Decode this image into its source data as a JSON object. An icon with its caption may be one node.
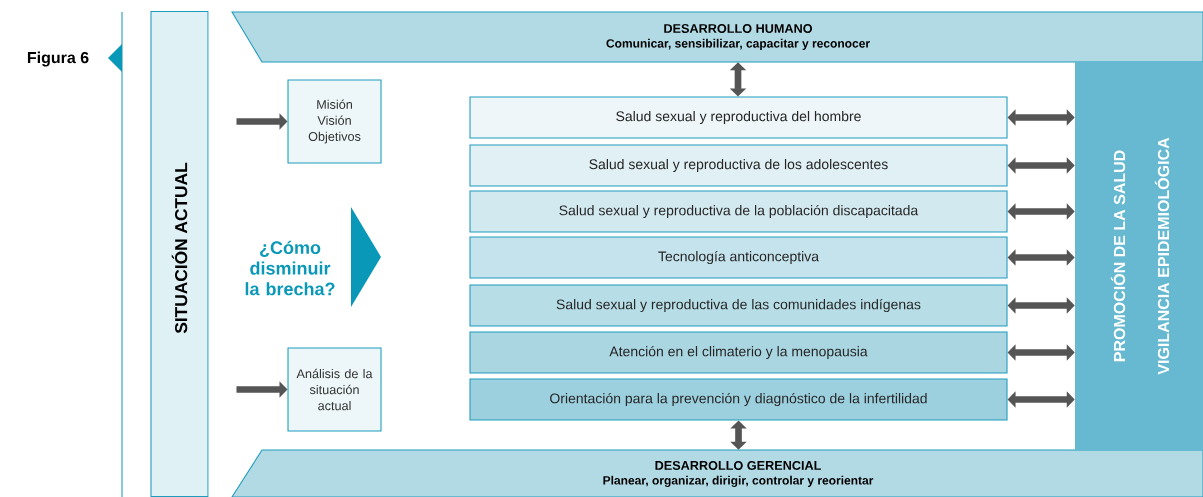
{
  "diagram": {
    "nodes": [
      {
        "text": [
          "SITUACIÓN ACTUAL"
        ]
      },
      {
        "text": [
          "DESARROLLO HUMANO",
          "Comunicar, sensibilizar, capacitar y reconocer"
        ]
      },
      {
        "text": [
          "DESARROLLO GERENCIAL",
          "Planear, organizar, dirigir, controlar y reorientar"
        ]
      },
      {
        "text": [
          "PROMOCIÓN DE LA SALUD",
          "VIGILANCIA EPIDEMIOLÓGICA"
        ]
      },
      {
        "text": [
          "Misión Visión Objetivos"
        ]
      },
      {
        "text": [
          "Análisis de la situación actual"
        ]
      },
      {
        "text": [
          "Salud sexual y reproductiva del hombre"
        ]
      },
      {
        "text": [
          "Salud sexual y reproductiva de los adolescentes"
        ]
      },
      {
        "text": [
          "Salud sexual y reproductiva de la población discapacitada"
        ]
      },
      {
        "text": [
          "Tecnología anticonceptiva"
        ]
      },
      {
        "text": [
          "Salud sexual y reproductiva de las comunidades indígenas"
        ]
      },
      {
        "text": [
          "Atención en el climaterio y la menopausia"
        ]
      },
      {
        "text": [
          "Orientación para la prevención y diagnóstico de la infertilidad"
        ]
      },
      {
        "text": [],
        "shape": "triangle"
      }
    ],
    "edges": [
      {
        "from": null,
        "to": 4,
        "arrow": "to"
      },
      {
        "from": null,
        "to": 5,
        "arrow": "to"
      },
      {
        "from": 1,
        "to": 6,
        "arrow": "both"
      },
      {
        "from": 6,
        "to": 3,
        "arrow": "both"
      },
      {
        "from": 7,
        "to": 3,
        "arrow": "both"
      },
      {
        "from": 8,
        "to": 3,
        "arrow": "both"
      },
      {
        "from": 9,
        "to": 3,
        "arrow": "both"
      },
      {
        "from": 10,
        "to": 3,
        "arrow": "both"
      },
      {
        "from": 11,
        "to": 3,
        "arrow": "both"
      },
      {
        "from": 12,
        "to": 3,
        "arrow": "both"
      },
      {
        "from": 12,
        "to": 2,
        "arrow": "both"
      }
    ],
    "labels": [
      "Figura 6",
      "¿Cómo disminuir la brecha?"
    ]
  }
}
